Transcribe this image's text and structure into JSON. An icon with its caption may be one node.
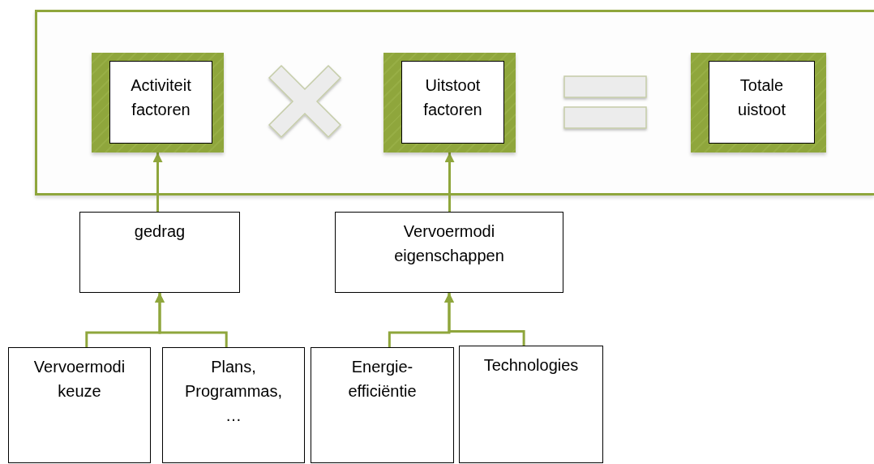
{
  "diagram": {
    "nodes": [
      {
        "text": [],
        "shape": "box"
      },
      {
        "text": [
          "Activiteit factoren"
        ],
        "in": 0
      },
      {
        "text": [
          "Uitstoot factoren"
        ],
        "in": 0
      },
      {
        "text": [
          "Totale uistoot"
        ],
        "in": 0
      },
      {
        "text": [
          "gedrag"
        ]
      },
      {
        "text": [
          "Vervoermodi eigenschappen"
        ]
      },
      {
        "text": [
          "Vervoermodi keuze"
        ]
      },
      {
        "text": [
          "Plans, Programmas, …"
        ]
      },
      {
        "text": [
          "Energie- efficiëntie"
        ]
      },
      {
        "text": [
          "Technologies"
        ]
      }
    ],
    "edges": [
      {
        "from": 4,
        "to": 1,
        "arrow": "to"
      },
      {
        "from": 5,
        "to": 2,
        "arrow": "to"
      },
      {
        "from": 6,
        "to": 4,
        "arrow": "to"
      },
      {
        "from": 7,
        "to": 4,
        "arrow": "to"
      },
      {
        "from": 8,
        "to": 5,
        "arrow": "to"
      },
      {
        "from": 9,
        "to": 5,
        "arrow": "to"
      }
    ]
  }
}
